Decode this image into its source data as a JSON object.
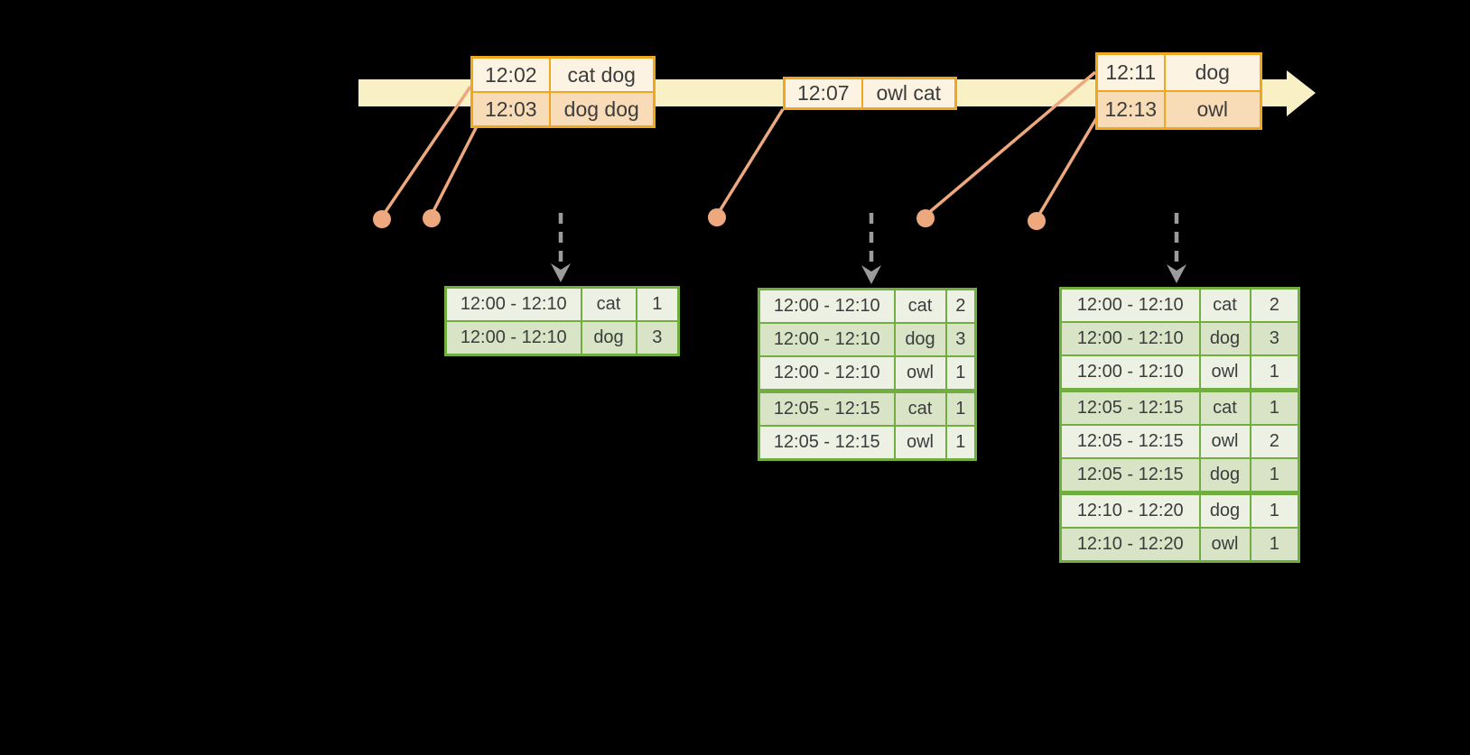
{
  "colors": {
    "background": "#000000",
    "timeline_band": "#faf0c6",
    "event_border": "#f0a71f",
    "event_row_dark": "#f8dcb8",
    "event_row_light": "#fdf3e3",
    "connector": "#eda87e",
    "flow_arrow": "#9b9b9b",
    "result_border": "#6fae3f",
    "result_row_dark": "#d9e4c7",
    "result_row_light": "#edf1e4",
    "cell_text": "#3c3c3c"
  },
  "event_tables": [
    {
      "rows": [
        {
          "time": "12:02",
          "words": "cat dog"
        },
        {
          "time": "12:03",
          "words": "dog dog"
        }
      ]
    },
    {
      "rows": [
        {
          "time": "12:07",
          "words": "owl cat"
        }
      ]
    },
    {
      "rows": [
        {
          "time": "12:11",
          "words": "dog"
        },
        {
          "time": "12:13",
          "words": "owl"
        }
      ]
    }
  ],
  "result_tables": [
    {
      "rows": [
        {
          "window": "12:00 - 12:10",
          "word": "cat",
          "count": "1",
          "group": 1
        },
        {
          "window": "12:00 - 12:10",
          "word": "dog",
          "count": "3",
          "group": 1
        }
      ]
    },
    {
      "rows": [
        {
          "window": "12:00 - 12:10",
          "word": "cat",
          "count": "2",
          "group": 1
        },
        {
          "window": "12:00 - 12:10",
          "word": "dog",
          "count": "3",
          "group": 1
        },
        {
          "window": "12:00 - 12:10",
          "word": "owl",
          "count": "1",
          "group": 1
        },
        {
          "window": "12:05 - 12:15",
          "word": "cat",
          "count": "1",
          "group": 2
        },
        {
          "window": "12:05 - 12:15",
          "word": "owl",
          "count": "1",
          "group": 2
        }
      ]
    },
    {
      "rows": [
        {
          "window": "12:00 - 12:10",
          "word": "cat",
          "count": "2",
          "group": 1
        },
        {
          "window": "12:00 - 12:10",
          "word": "dog",
          "count": "3",
          "group": 1
        },
        {
          "window": "12:00 - 12:10",
          "word": "owl",
          "count": "1",
          "group": 1
        },
        {
          "window": "12:05 - 12:15",
          "word": "cat",
          "count": "1",
          "group": 2
        },
        {
          "window": "12:05 - 12:15",
          "word": "owl",
          "count": "2",
          "group": 2
        },
        {
          "window": "12:05 - 12:15",
          "word": "dog",
          "count": "1",
          "group": 2
        },
        {
          "window": "12:10 - 12:20",
          "word": "dog",
          "count": "1",
          "group": 3
        },
        {
          "window": "12:10 - 12:20",
          "word": "owl",
          "count": "1",
          "group": 3
        }
      ]
    }
  ]
}
